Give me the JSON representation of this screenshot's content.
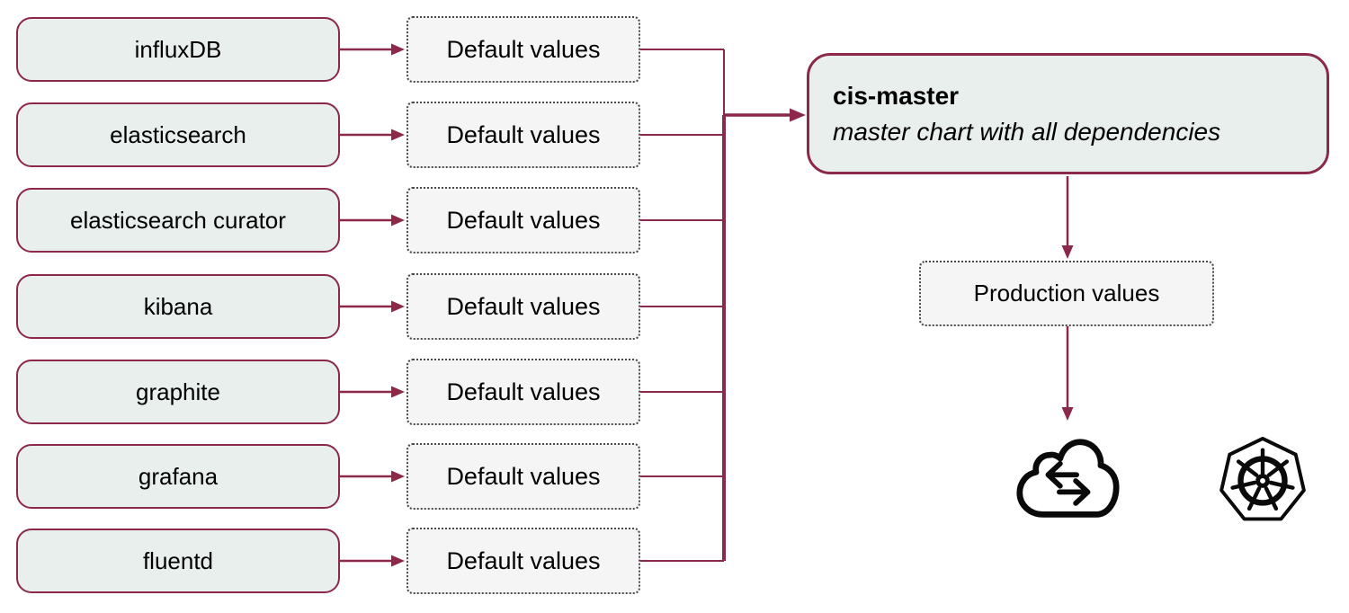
{
  "diagram": {
    "services": [
      "influxDB",
      "elasticsearch",
      "elasticsearch curator",
      "kibana",
      "graphite",
      "grafana",
      "fluentd"
    ],
    "default_values_label": "Default values",
    "master": {
      "title": "cis-master",
      "subtitle": "master chart with all dependencies"
    },
    "production_label": "Production values",
    "icons": [
      "cloud-transfer-icon",
      "kubernetes-icon"
    ],
    "colors": {
      "accent": "#8c2848",
      "service_fill": "#e8efec",
      "values_fill": "#f5f5f5",
      "values_border": "#4a4a4a",
      "text": "#000000",
      "background": "#ffffff",
      "icon": "#0a0a0a"
    }
  }
}
